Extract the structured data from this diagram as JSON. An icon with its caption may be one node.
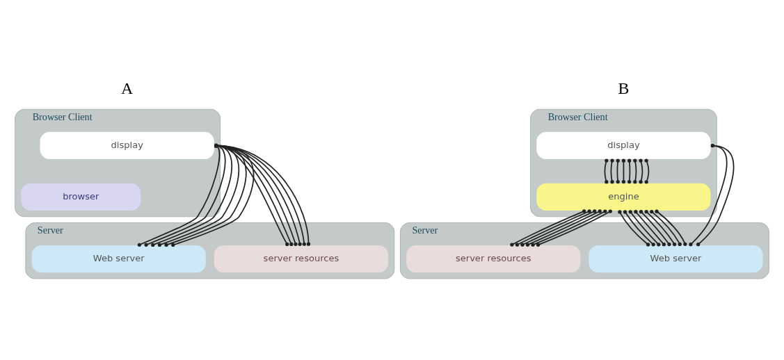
{
  "diagram": {
    "nodes": [
      {
        "text": [
          "Browser Client"
        ]
      },
      {
        "text": [
          "display"
        ],
        "in": 0
      },
      {
        "text": [
          "browser"
        ],
        "in": 0
      },
      {
        "text": [
          "Server"
        ]
      },
      {
        "text": [
          "Web server"
        ],
        "in": 3
      },
      {
        "text": [
          "server resources"
        ],
        "in": 3
      },
      {
        "text": [
          "Browser Client"
        ]
      },
      {
        "text": [
          "display"
        ],
        "in": 6
      },
      {
        "text": [
          "engine"
        ],
        "in": 6
      },
      {
        "text": [
          "Server"
        ]
      },
      {
        "text": [
          "Web server"
        ],
        "in": 9
      },
      {
        "text": [
          "server resources"
        ],
        "in": 9
      }
    ],
    "edges": [
      {
        "from": 1,
        "to": 4,
        "arrow": "other"
      },
      {
        "from": 1,
        "to": 4,
        "arrow": "other"
      },
      {
        "from": 1,
        "to": 5,
        "arrow": "other"
      },
      {
        "from": 1,
        "to": 5,
        "arrow": "other"
      },
      {
        "from": 1,
        "to": 5,
        "arrow": "other"
      },
      {
        "from": 1,
        "to": 5,
        "arrow": "other"
      },
      {
        "from": 1,
        "to": 4,
        "arrow": "other"
      },
      {
        "from": 1,
        "to": 4,
        "arrow": "other"
      },
      {
        "from": 1,
        "to": 5,
        "arrow": "other"
      },
      {
        "from": 1,
        "to": 5,
        "arrow": "other"
      },
      {
        "from": 1,
        "to": 4,
        "arrow": "other"
      },
      {
        "from": 1,
        "to": 4,
        "arrow": "other"
      },
      {
        "from": 7,
        "to": 10,
        "arrow": "other"
      },
      {
        "from": 7,
        "to": 10,
        "arrow": "other"
      },
      {
        "from": 8,
        "to": 10,
        "arrow": "other"
      },
      {
        "from": 8,
        "to": 10,
        "arrow": "other"
      },
      {
        "from": 8,
        "to": 10,
        "arrow": "other"
      },
      {
        "from": 8,
        "to": 10,
        "arrow": "other"
      },
      {
        "from": 8,
        "to": 11,
        "arrow": "other"
      },
      {
        "from": 8,
        "to": 11,
        "arrow": "other"
      },
      {
        "from": 7,
        "to": 8,
        "arrow": "other"
      },
      {
        "from": 7,
        "to": 8,
        "arrow": "other"
      },
      {
        "from": 7,
        "to": 8,
        "arrow": "other"
      },
      {
        "from": 7,
        "to": 8,
        "arrow": "other"
      },
      {
        "from": 7,
        "to": 8,
        "arrow": "other"
      },
      {
        "from": 7,
        "to": 8,
        "arrow": "other"
      },
      {
        "from": 7,
        "to": 8,
        "arrow": "other"
      },
      {
        "from": 7,
        "to": 8,
        "arrow": "other"
      },
      {
        "from": 8,
        "to": 10,
        "arrow": "other"
      },
      {
        "from": 8,
        "to": 10,
        "arrow": "other"
      },
      {
        "from": 8,
        "to": 10,
        "arrow": "other"
      },
      {
        "from": 8,
        "to": 10,
        "arrow": "other"
      },
      {
        "from": 8,
        "to": 11,
        "arrow": "other"
      },
      {
        "from": 8,
        "to": 11,
        "arrow": "other"
      },
      {
        "from": 8,
        "to": 11,
        "arrow": "other"
      },
      {
        "from": 8,
        "to": 11,
        "arrow": "other"
      }
    ],
    "labels": [
      "A",
      "B"
    ]
  }
}
